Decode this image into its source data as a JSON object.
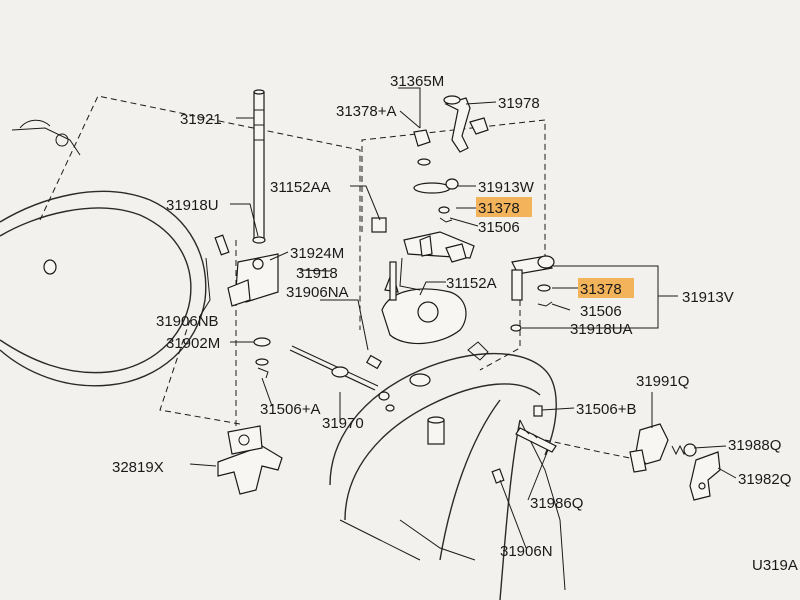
{
  "labels": {
    "p31365M": "31365M",
    "p31978": "31978",
    "p31378A": "31378+A",
    "p31921": "31921",
    "p31152AA": "31152AA",
    "p31913W": "31913W",
    "p31378_top": "31378",
    "p31506_top": "31506",
    "p31918U": "31918U",
    "p31924M": "31924M",
    "p31918": "31918",
    "p31152A": "31152A",
    "p31906NA": "31906NA",
    "p31378_right": "31378",
    "p31913V": "31913V",
    "p31506_right": "31506",
    "p31918UA": "31918UA",
    "p31906NB": "31906NB",
    "p31902M": "31902M",
    "p31991Q": "31991Q",
    "p31506A": "31506+A",
    "p31506B": "31506+B",
    "p31970": "31970",
    "p31988Q": "31988Q",
    "p32819X": "32819X",
    "p31982Q": "31982Q",
    "p31986Q": "31986Q",
    "p31906N": "31906N",
    "corner_code": "U319A"
  },
  "colors": {
    "highlight": "#f3b35a",
    "ink": "#1a1a1a",
    "paper": "#f2f1ee"
  }
}
